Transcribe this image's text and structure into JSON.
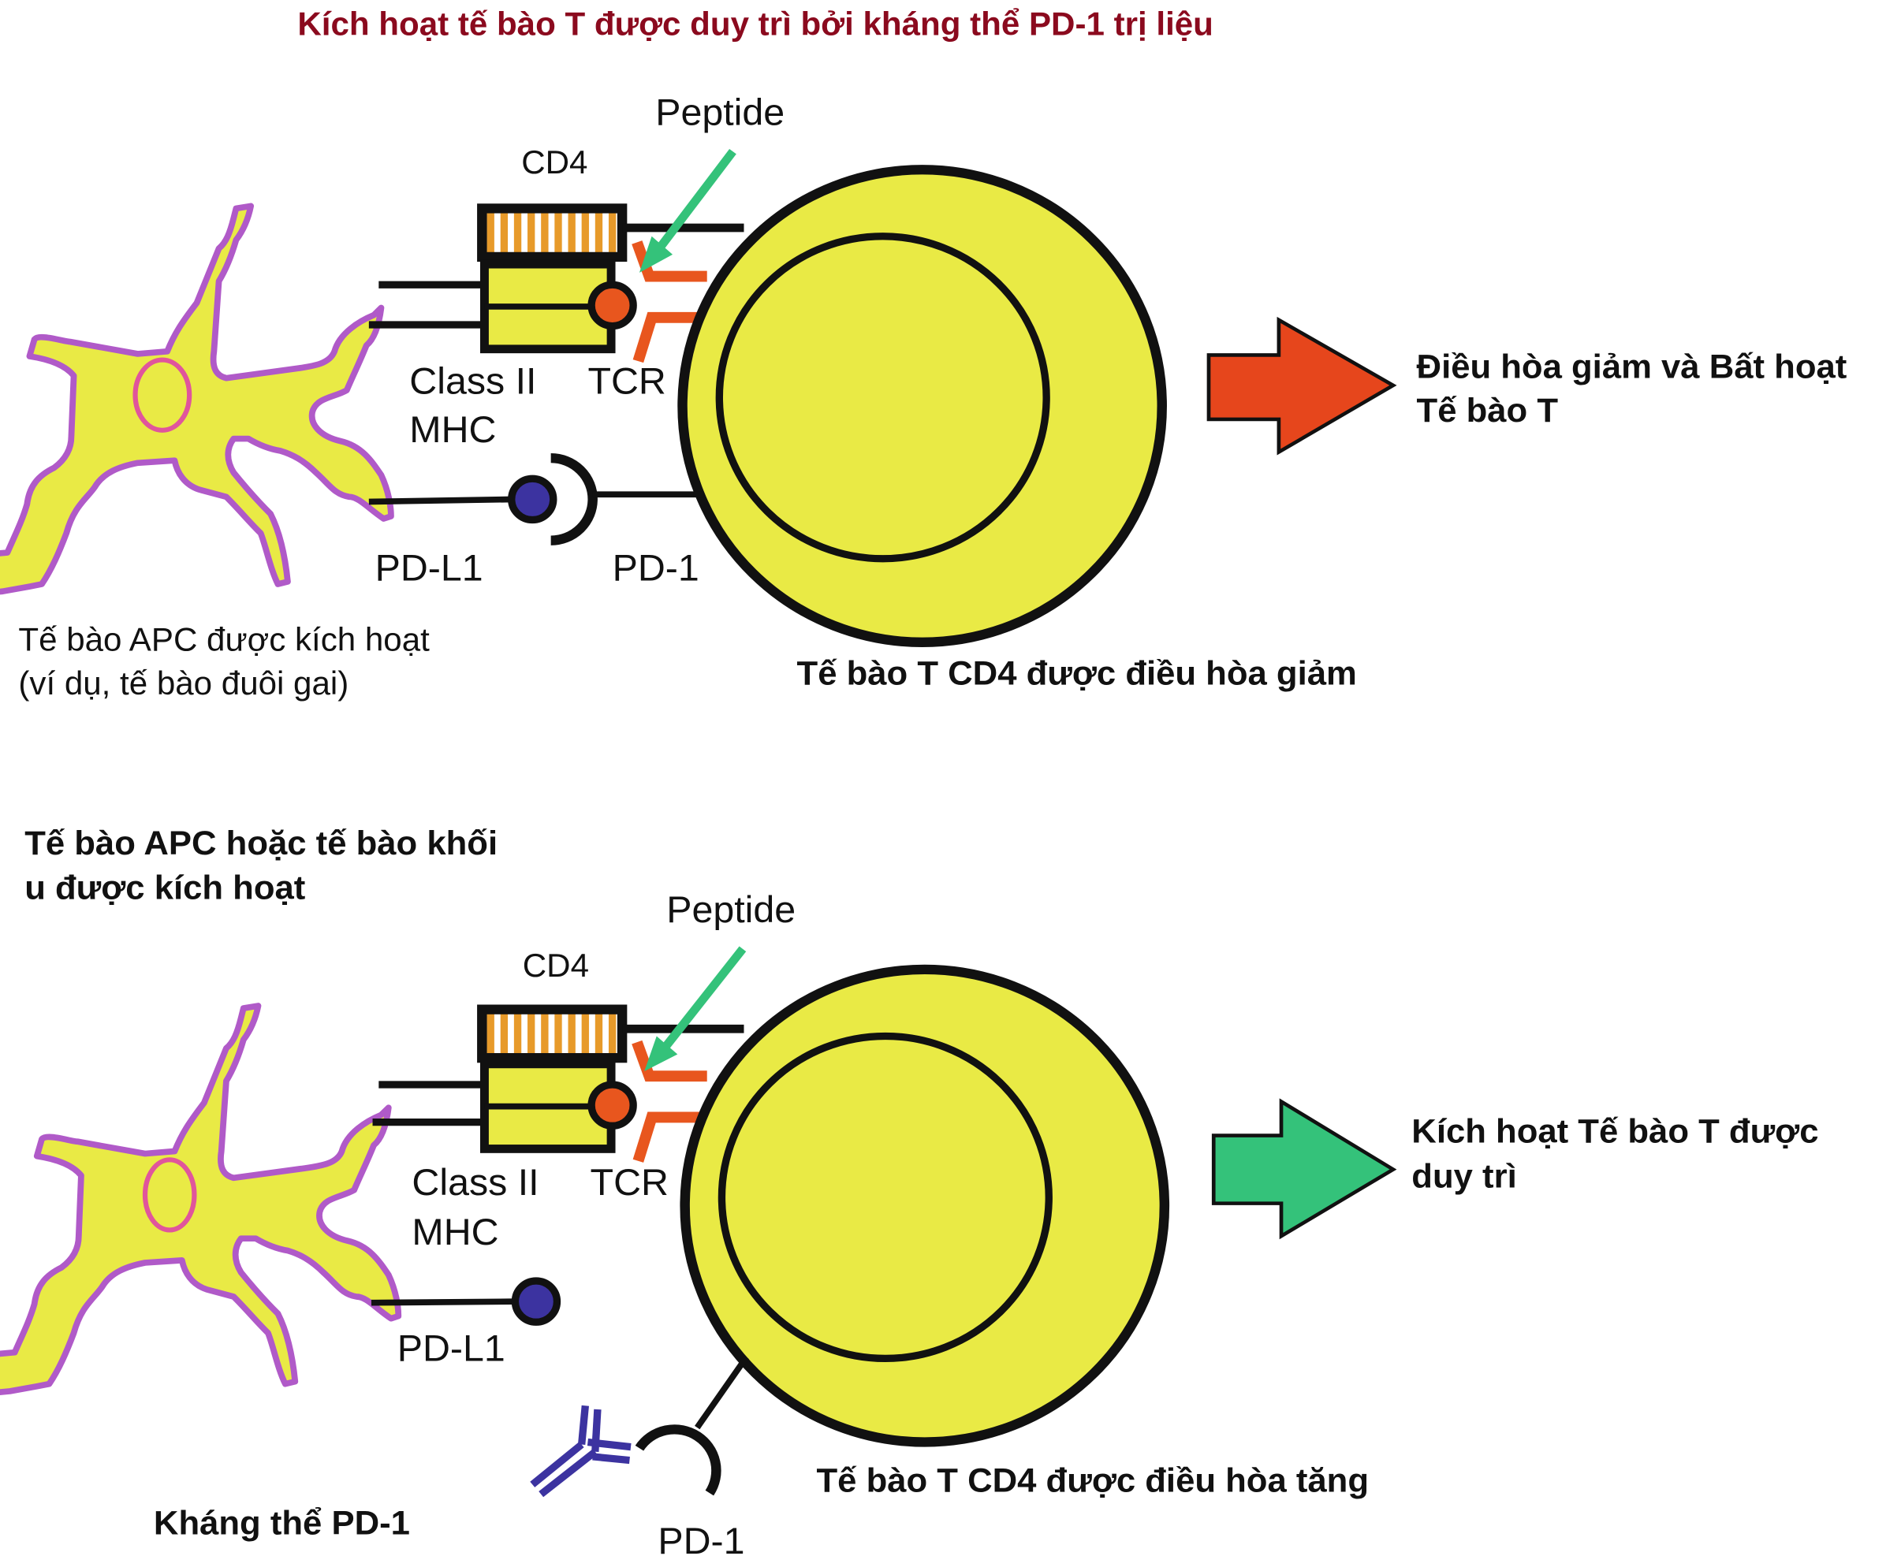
{
  "title": "Kích hoạt tế bào T được duy trì bởi kháng thể PD-1 trị liệu",
  "colors": {
    "title": "#8b0a1e",
    "cell_fill": "#e9ea45",
    "apc_outline": "#b05ac8",
    "nucleus_outline": "#e0559c",
    "cd4_stripes": "#e79a2a",
    "tcr": "#e8561e",
    "peptide": "#e8561e",
    "peptide_arrow": "#34c27a",
    "pdl1": "#3c33a0",
    "antibody": "#3c33a0",
    "arrow_inhibit": "#e6461c",
    "arrow_activate": "#34c27a"
  },
  "panels": [
    {
      "id": "top",
      "labels": {
        "peptide": "Peptide",
        "cd4": "CD4",
        "mhc_line1": "Class II",
        "mhc_line2": "MHC",
        "tcr": "TCR",
        "pdl1": "PD-L1",
        "pd1": "PD-1",
        "apc_line1": "Tế bào APC được kích hoạt",
        "apc_line2": "(ví dụ, tế bào đuôi gai)",
        "tcell": "Tế bào T CD4 được điều hòa giảm",
        "outcome_line1": "Điều hòa giảm và Bất hoạt",
        "outcome_line2": "Tế bào T"
      },
      "arrow_icon": "red-arrow-right-icon",
      "pd1_bound": true
    },
    {
      "id": "bottom",
      "labels": {
        "apc_title_line1": "Tế bào APC hoặc tế bào khối",
        "apc_title_line2": "u được kích hoạt",
        "peptide": "Peptide",
        "cd4": "CD4",
        "mhc_line1": "Class II",
        "mhc_line2": "MHC",
        "tcr": "TCR",
        "pdl1": "PD-L1",
        "pd1": "PD-1",
        "antibody": "Kháng thể PD-1",
        "tcell": "Tế bào T CD4 được điều hòa tăng",
        "outcome_line1": "Kích hoạt Tế bào T được",
        "outcome_line2": "duy trì"
      },
      "arrow_icon": "green-arrow-right-icon",
      "pd1_bound": false
    }
  ]
}
